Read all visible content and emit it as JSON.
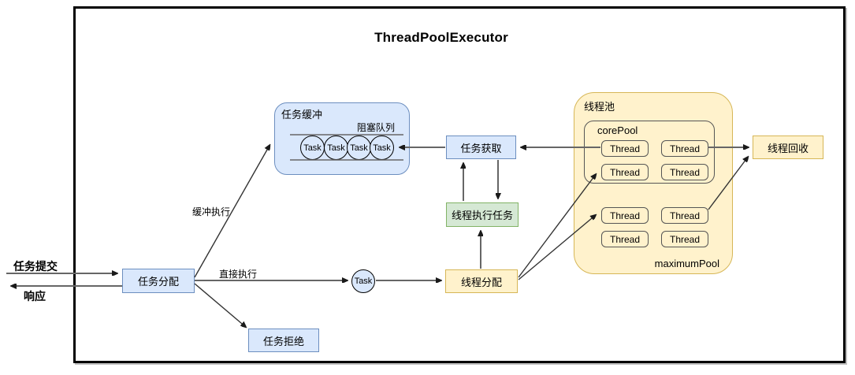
{
  "diagram": {
    "title": "ThreadPoolExecutor",
    "external": {
      "submit_label": "任务提交",
      "response_label": "响应"
    },
    "nodes": {
      "task_dispatch": "任务分配",
      "task_buffer": "任务缓冲",
      "blocking_queue": "阻塞队列",
      "task_reject": "任务拒绝",
      "task_fetch": "任务获取",
      "thread_execute": "线程执行任务",
      "thread_dispatch": "线程分配",
      "thread_pool": "线程池",
      "core_pool": "corePool",
      "maximum_pool": "maximumPool",
      "thread_recycle": "线程回收",
      "mid_task": "Task"
    },
    "edge_labels": {
      "buffered_exec": "缓冲执行",
      "direct_exec": "直接执行"
    },
    "queue_tasks": [
      "Task",
      "Task",
      "Task",
      "Task"
    ],
    "core_threads": [
      "Thread",
      "Thread",
      "Thread",
      "Thread"
    ],
    "max_threads": [
      "Thread",
      "Thread",
      "Thread",
      "Thread"
    ],
    "colors": {
      "blue_fill": "#dae8fc",
      "blue_border": "#6c8ebf",
      "yellow_fill": "#fff2cc",
      "yellow_border": "#d6b656",
      "green_fill": "#d5e8d4",
      "green_border": "#82b366",
      "frame_border": "#000000",
      "arrow": "#666666"
    }
  }
}
